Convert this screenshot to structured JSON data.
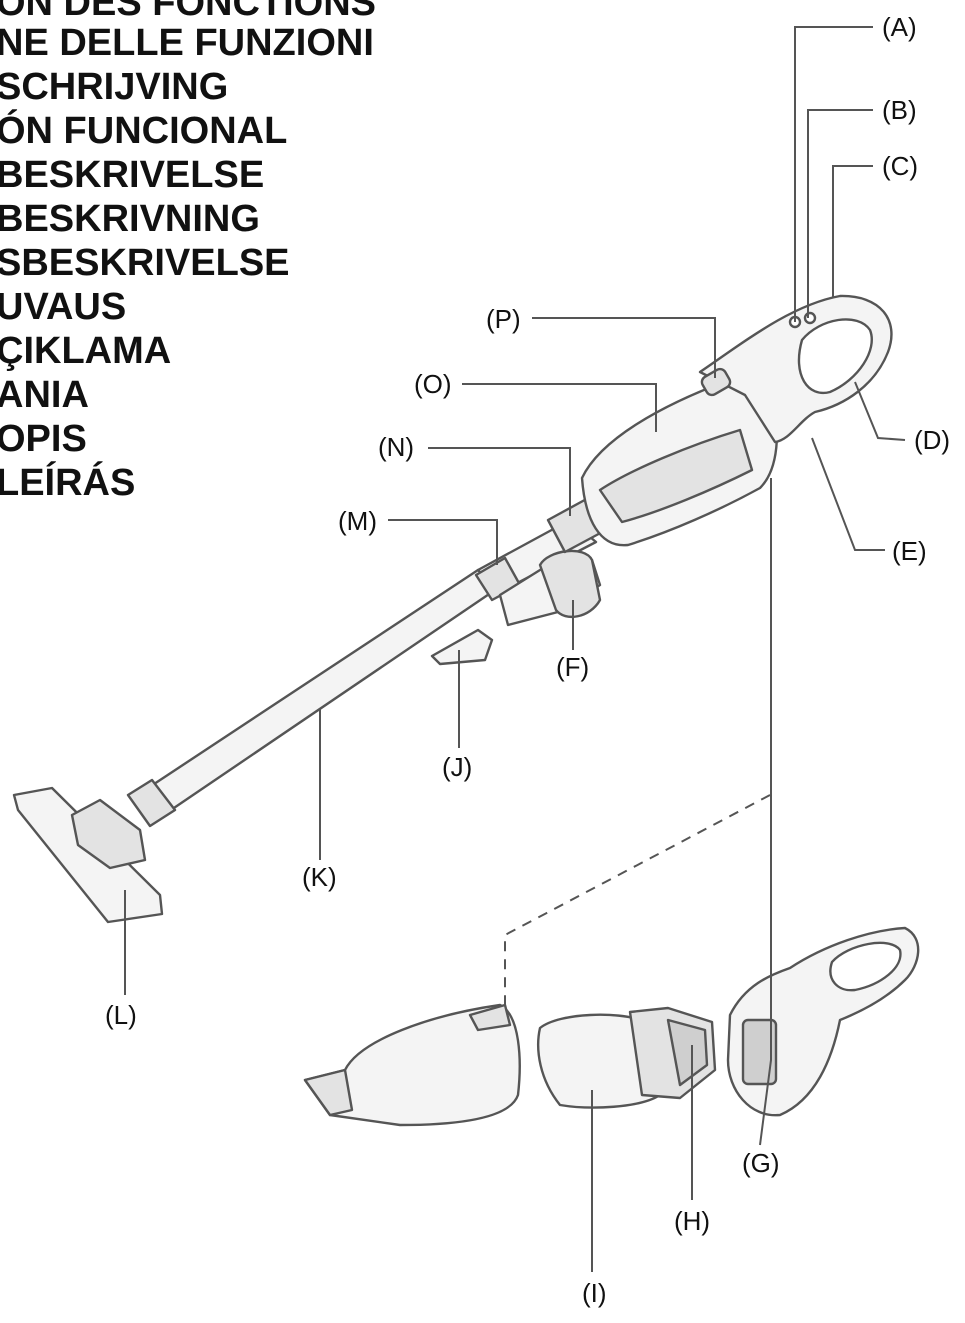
{
  "headings": [
    "ON DES FONCTIONS",
    "NE DELLE FUNZIONI",
    "SCHRIJVING",
    "ÓN FUNCIONAL",
    "BESKRIVELSE",
    "BESKRIVNING",
    "SBESKRIVELSE",
    "UVAUS",
    "ÇIKLAMA",
    "ANIA",
    "OPIS",
    "LEÍRÁS"
  ],
  "callouts": {
    "a": "(A)",
    "b": "(B)",
    "c": "(C)",
    "d": "(D)",
    "e": "(E)",
    "f": "(F)",
    "g": "(G)",
    "h": "(H)",
    "i": "(I)",
    "j": "(J)",
    "k": "(K)",
    "l": "(L)",
    "m": "(M)",
    "n": "(N)",
    "o": "(O)",
    "p": "(P)"
  },
  "colors": {
    "line": "#555555",
    "fill_light": "#f4f4f4",
    "fill_mid": "#e3e3e3",
    "text": "#111111"
  }
}
